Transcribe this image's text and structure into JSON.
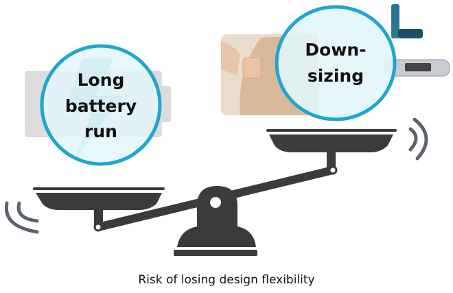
{
  "left_bubble": {
    "lines": [
      "Long",
      "battery",
      "run"
    ],
    "icon": "battery-icon"
  },
  "right_bubble": {
    "lines": [
      "Down-",
      "sizing"
    ],
    "images": [
      "skin-patch-photo",
      "inhaler-photo",
      "glucometer-photo"
    ]
  },
  "caption": "Risk of losing design flexibility",
  "colors": {
    "bubble_stroke": "#1ea5d0",
    "bubble_fill": "#e3f6fc",
    "scale": "#3b3b3b",
    "arcs": "#5a636b"
  }
}
